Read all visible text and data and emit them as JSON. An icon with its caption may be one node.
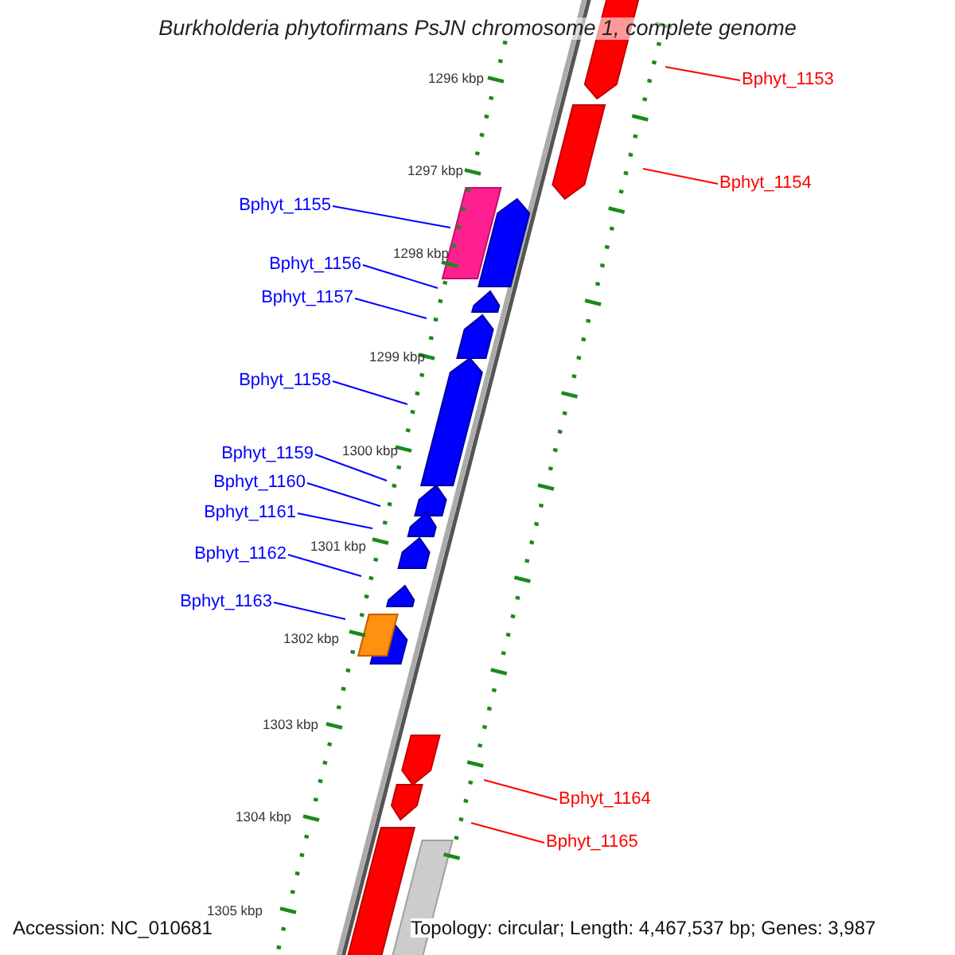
{
  "diagram": {
    "title": "Burkholderia phytofirmans PsJN chromosome 1, complete genome",
    "nodes": [
      {
        "text": [
          "Bphyt_1153"
        ]
      },
      {
        "text": [
          "Bphyt_1154"
        ]
      },
      {
        "text": [
          "Bphyt_1155"
        ]
      },
      {
        "text": [
          "Bphyt_1156"
        ]
      },
      {
        "text": [
          "Bphyt_1157"
        ]
      },
      {
        "text": [
          "Bphyt_1158"
        ]
      },
      {
        "text": [
          "Bphyt_1159"
        ]
      },
      {
        "text": [
          "Bphyt_1160"
        ]
      },
      {
        "text": [
          "Bphyt_1161"
        ]
      },
      {
        "text": [
          "Bphyt_1162"
        ]
      },
      {
        "text": [
          "Bphyt_1163"
        ]
      },
      {
        "text": [
          "Bphyt_1164"
        ]
      },
      {
        "text": [
          "Bphyt_1165"
        ]
      }
    ],
    "edges": [
      {
        "from": 0,
        "to": null,
        "arrow": "none",
        "color": "#ff0000"
      },
      {
        "from": 1,
        "to": null,
        "arrow": "none",
        "color": "#ff0000"
      },
      {
        "from": 2,
        "to": null,
        "arrow": "none"
      },
      {
        "from": 3,
        "to": null,
        "arrow": "none"
      },
      {
        "from": 4,
        "to": null,
        "arrow": "none"
      },
      {
        "from": 5,
        "to": null,
        "arrow": "none"
      },
      {
        "from": 6,
        "to": null,
        "arrow": "none"
      },
      {
        "from": 7,
        "to": null,
        "arrow": "none"
      },
      {
        "from": 8,
        "to": null,
        "arrow": "none"
      },
      {
        "from": 9,
        "to": null,
        "arrow": "none"
      },
      {
        "from": 10,
        "to": null,
        "arrow": "none"
      },
      {
        "from": 11,
        "to": null,
        "arrow": "none",
        "color": "#ff0000"
      },
      {
        "from": 12,
        "to": null,
        "arrow": "none",
        "color": "#ff0000"
      }
    ],
    "labels": [
      "1296 kbp",
      "1297 kbp",
      "1298 kbp",
      "1299 kbp",
      "1300 kbp",
      "1301 kbp",
      "1302 kbp",
      "1303 kbp",
      "1304 kbp",
      "1305 kbp",
      "Accession: NC_010681",
      "Topology: circular; Length: 4,467,537 bp; Genes: 3,987"
    ]
  }
}
